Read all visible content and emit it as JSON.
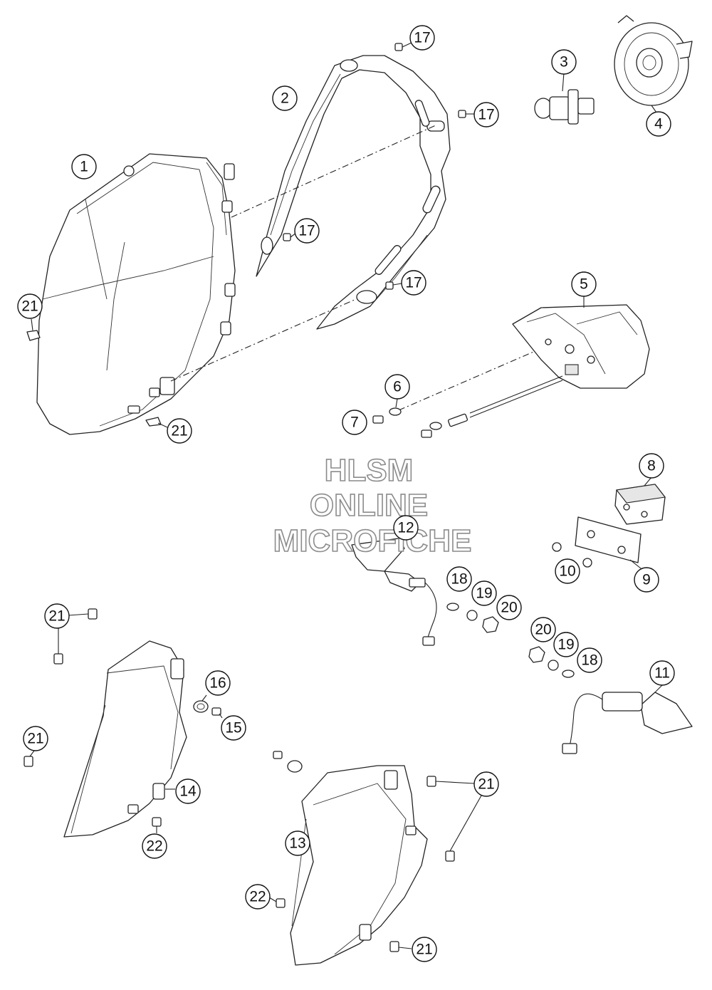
{
  "watermark": {
    "line1": "HLSM",
    "line2": "ONLINE",
    "line3": "MICROFICHE",
    "color": "#8c8c8c"
  },
  "callouts": [
    "1",
    "2",
    "3",
    "4",
    "5",
    "6",
    "7",
    "8",
    "9",
    "10",
    "11",
    "12",
    "13",
    "14",
    "15",
    "16",
    "17",
    "17",
    "17",
    "17",
    "18",
    "18",
    "19",
    "19",
    "20",
    "20",
    "21",
    "21",
    "21",
    "21",
    "21",
    "21",
    "22",
    "22"
  ]
}
